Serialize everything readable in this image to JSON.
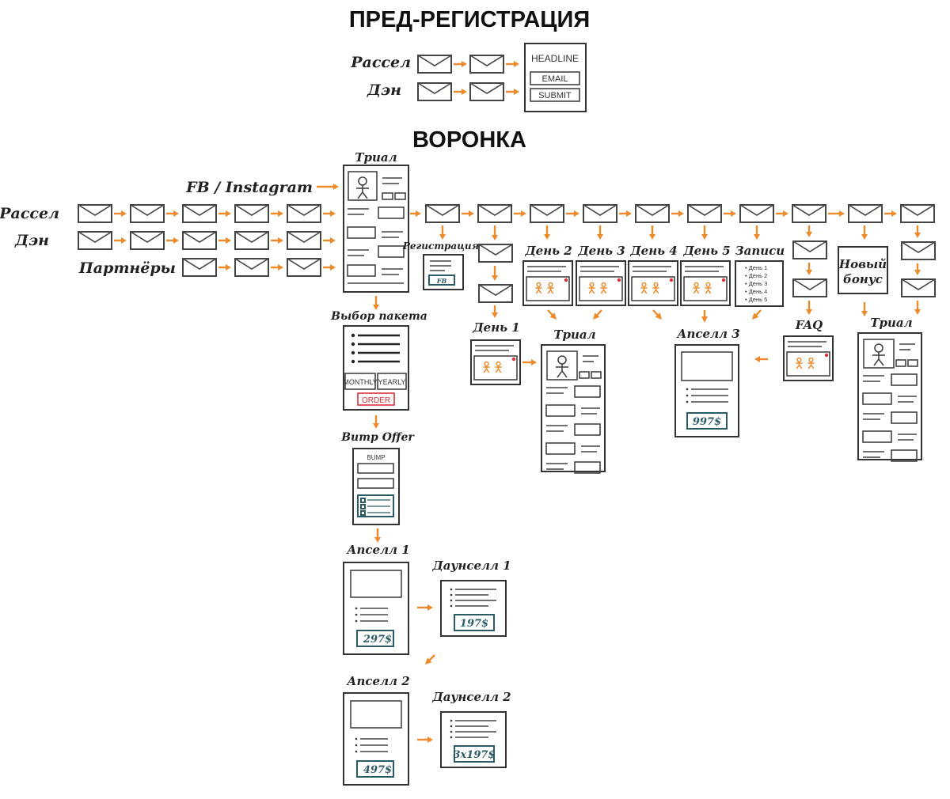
{
  "titles": {
    "pre_registration": "ПРЕД-РЕГИСТРАЦИЯ",
    "funnel": "ВОРОНКА"
  },
  "pre_registration": {
    "rows": [
      "Рассел",
      "Дэн"
    ],
    "form": {
      "headline": "HEADLINE",
      "email": "EMAIL",
      "submit": "SUBMIT"
    }
  },
  "funnel": {
    "sources": [
      "Рассел",
      "Дэн",
      "Партнёры"
    ],
    "fb_label": "FB / Instagram",
    "trial_label": "Триал",
    "registration_label": "Регистрация",
    "registration_fb": "FB",
    "day1_label": "День 1",
    "day_labels": [
      "День 2",
      "День 3",
      "День 4",
      "День 5"
    ],
    "records_label": "Записи",
    "records_items": [
      "• День 1",
      "• День 2",
      "• День 3",
      "• День 4",
      "• День 5"
    ],
    "new_bonus_label": [
      "Новый",
      "бонус"
    ],
    "faq_label": "FAQ",
    "trial_mid_label": "Триал",
    "upsell3_label": "Апселл 3",
    "upsell3_price": "997$",
    "trial_right_label": "Триал",
    "package_label": "Выбор пакета",
    "package_monthly": "MONTHLY",
    "package_yearly": "YEARLY",
    "package_order": "ORDER",
    "bump_label": "Bump Offer",
    "bump_header": "BUMP",
    "upsell1_label": "Апселл 1",
    "upsell1_price": "297$",
    "downsell1_label": "Даунселл 1",
    "downsell1_price": "197$",
    "upsell2_label": "Апселл 2",
    "upsell2_price": "497$",
    "downsell2_label": "Даунселл 2",
    "downsell2_price": "3x197$"
  },
  "colors": {
    "arrow": "#ef8a2a",
    "price": "#2b5b66",
    "dot": "#d9303a"
  }
}
